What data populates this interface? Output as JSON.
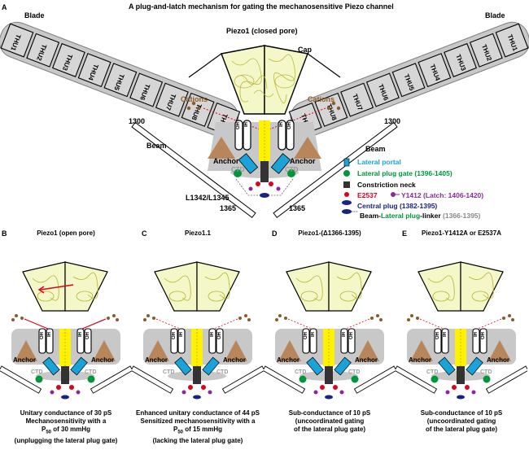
{
  "figure": {
    "title": "A plug-and-latch mechanism for gating the mechanosensitive Piezo channel",
    "panel_letters": [
      "A",
      "B",
      "C",
      "D",
      "E"
    ]
  },
  "panelA": {
    "blade_label": "Blade",
    "thu_labels": [
      "THU1",
      "THU2",
      "THU3",
      "THU4",
      "THU5",
      "THU6",
      "THU7",
      "THU8",
      "THU9"
    ],
    "structure_title": "Piezo1 (closed pore)",
    "cap": "Cap",
    "cations": "Cations",
    "beam": "Beam",
    "anchor": "Anchor",
    "ctd": "CTD",
    "oh": "OH",
    "ih": "IH",
    "residue_1300": "1300",
    "residue_1365": "1365",
    "residues_L": "L1342/L1345"
  },
  "legend": {
    "items": [
      {
        "symbol": "blue-rect-icon",
        "text": "Lateral portal",
        "color": "#1aa3d9"
      },
      {
        "symbol": "green-circle-icon",
        "text": "Lateral plug gate (1396-1405)",
        "color": "#00963c"
      },
      {
        "symbol": "black-neck-icon",
        "text": "Constriction neck",
        "color": "#000000"
      },
      {
        "symbol": "red-dot-icon",
        "text": "E2537",
        "color": "#e0001b"
      },
      {
        "symbol": "purple-latch-icon",
        "text": "Y1412 (Latch: 1406-1420)",
        "color": "#8a2a9a"
      },
      {
        "symbol": "navy-oval-icon",
        "text": "Central plug (1382-1395)",
        "color": "#1a237e"
      }
    ],
    "beam_linker": {
      "part1": "Beam-",
      "part2": "Lateral plug",
      "part3": "-linker",
      "part4": " (1366-1395)",
      "color1": "#000000",
      "color2": "#00963c",
      "color3": "#000000",
      "color4": "#888888"
    }
  },
  "panels": [
    {
      "letter": "B",
      "title": "Piezo1 (open pore)",
      "lines": [
        "Unitary conductance of 30 pS",
        "Mechanosensitivity with a"
      ],
      "p50_value": " of 30 mmHg",
      "last": "(unplugging the lateral plug gate)"
    },
    {
      "letter": "C",
      "title": "Piezo1.1",
      "lines": [
        "Enhanced unitary conductance of 44 pS",
        "Sensitized mechanosensitivity with a"
      ],
      "p50_value": " of 15 mmHg",
      "last": "(lacking the lateral plug gate)"
    },
    {
      "letter": "D",
      "title": "Piezo1-(Δ1366-1395)",
      "lines": [
        "Sub-conductance of 10 pS",
        "(uncoordinated gating",
        "of the lateral plug gate)"
      ]
    },
    {
      "letter": "E",
      "title": "Piezo1-Y1412A or E2537A",
      "lines": [
        "Sub-conductance of 10 pS",
        "(uncoordinated gating",
        "of the lateral plug gate)"
      ]
    }
  ],
  "p50": {
    "p": "P",
    "sub": "50"
  }
}
